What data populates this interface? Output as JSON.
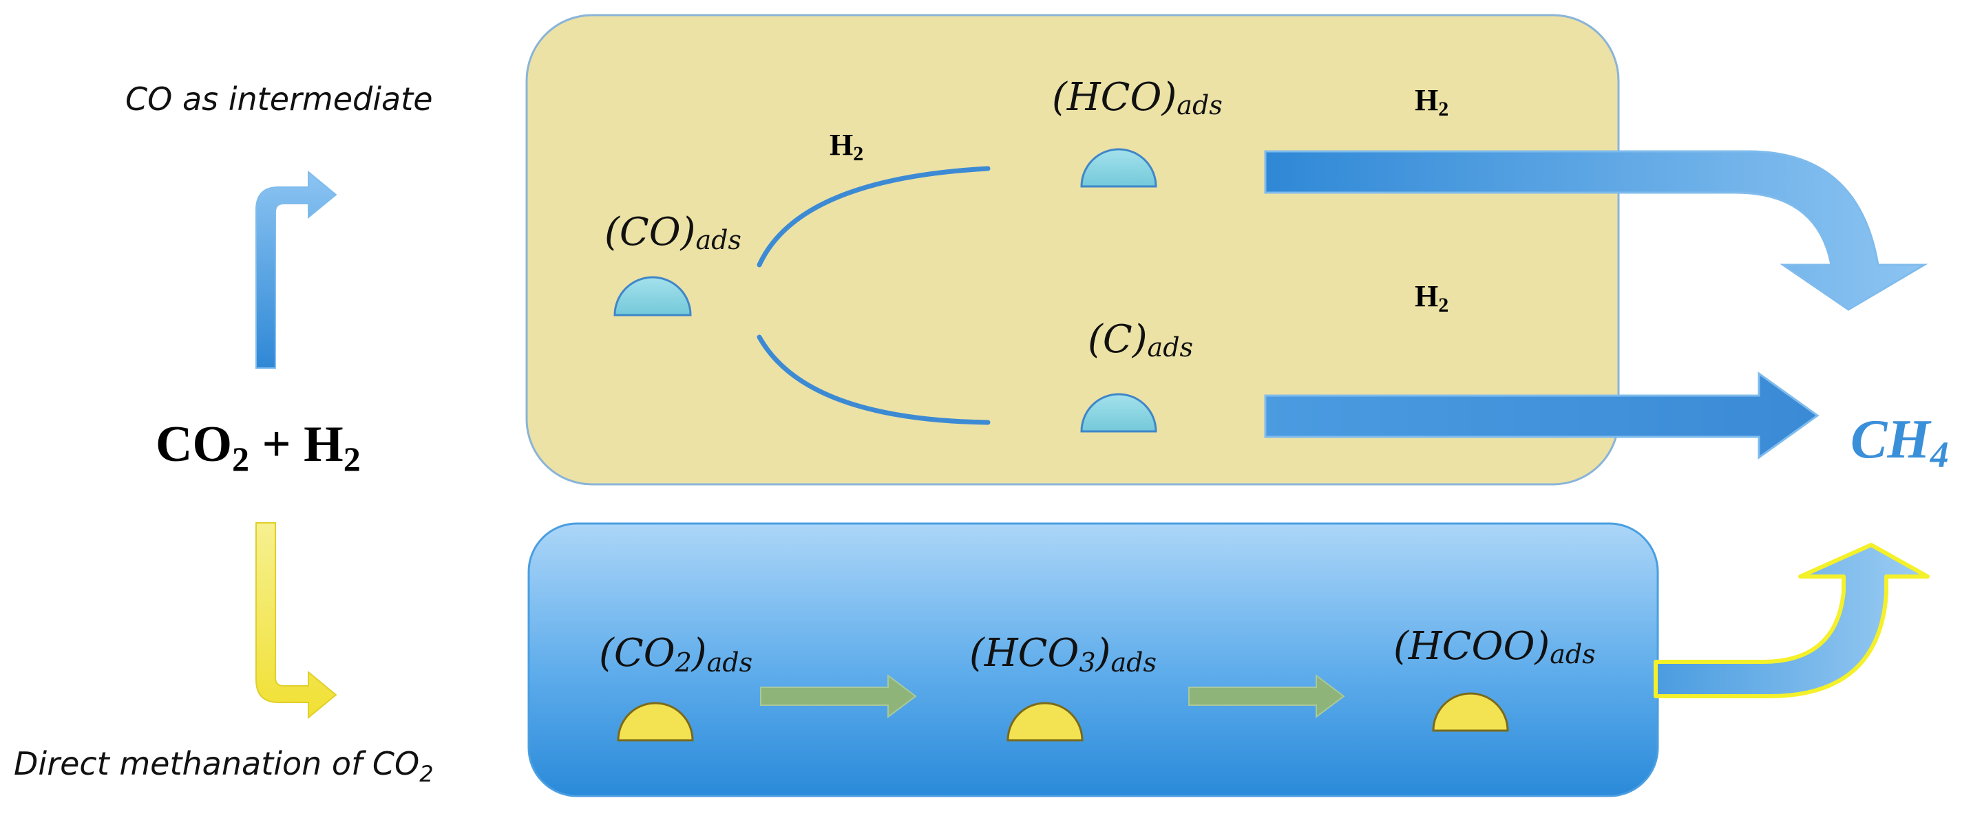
{
  "pathway_labels": {
    "top": "CO as intermediate",
    "bottom_main": "Direct methanation of CO",
    "bottom_sub": "2"
  },
  "reactants": {
    "co": "CO",
    "co_sub": "2",
    "plus": " + H",
    "h_sub": "2"
  },
  "product": {
    "main": "CH",
    "sub": "4"
  },
  "hydrogen": {
    "main": "H",
    "sub": "2"
  },
  "species": {
    "co_ads": {
      "main": "(CO)",
      "inner_sub": "",
      "close": "",
      "sub": "ads"
    },
    "hco_ads": {
      "main": "(HCO)",
      "inner_sub": "",
      "close": "",
      "sub": "ads"
    },
    "c_ads": {
      "main": "(C)",
      "inner_sub": "",
      "close": "",
      "sub": "ads"
    },
    "co2_ads": {
      "main": "(CO",
      "inner_sub": "2",
      "close": ")",
      "sub": "ads"
    },
    "hco3_ads": {
      "main": "(HCO",
      "inner_sub": "3",
      "close": ")",
      "sub": "ads"
    },
    "hcoo_ads": {
      "main": "(HCOO)",
      "inner_sub": "",
      "close": "",
      "sub": "ads"
    }
  },
  "colors": {
    "top_panel": "#ece2a6",
    "top_panel_border": "#8ab4d8",
    "bottom_panel_top": "#a9d3f7",
    "bottom_panel_bottom": "#2f8fde",
    "cyan_site": "#8bd6e4",
    "yellow_site": "#f3e352",
    "blue_arrow": "#3f92d8",
    "green_arrow": "#8fb47a",
    "product": "#3a8fd9",
    "yellow_outline": "#f4f02a"
  }
}
